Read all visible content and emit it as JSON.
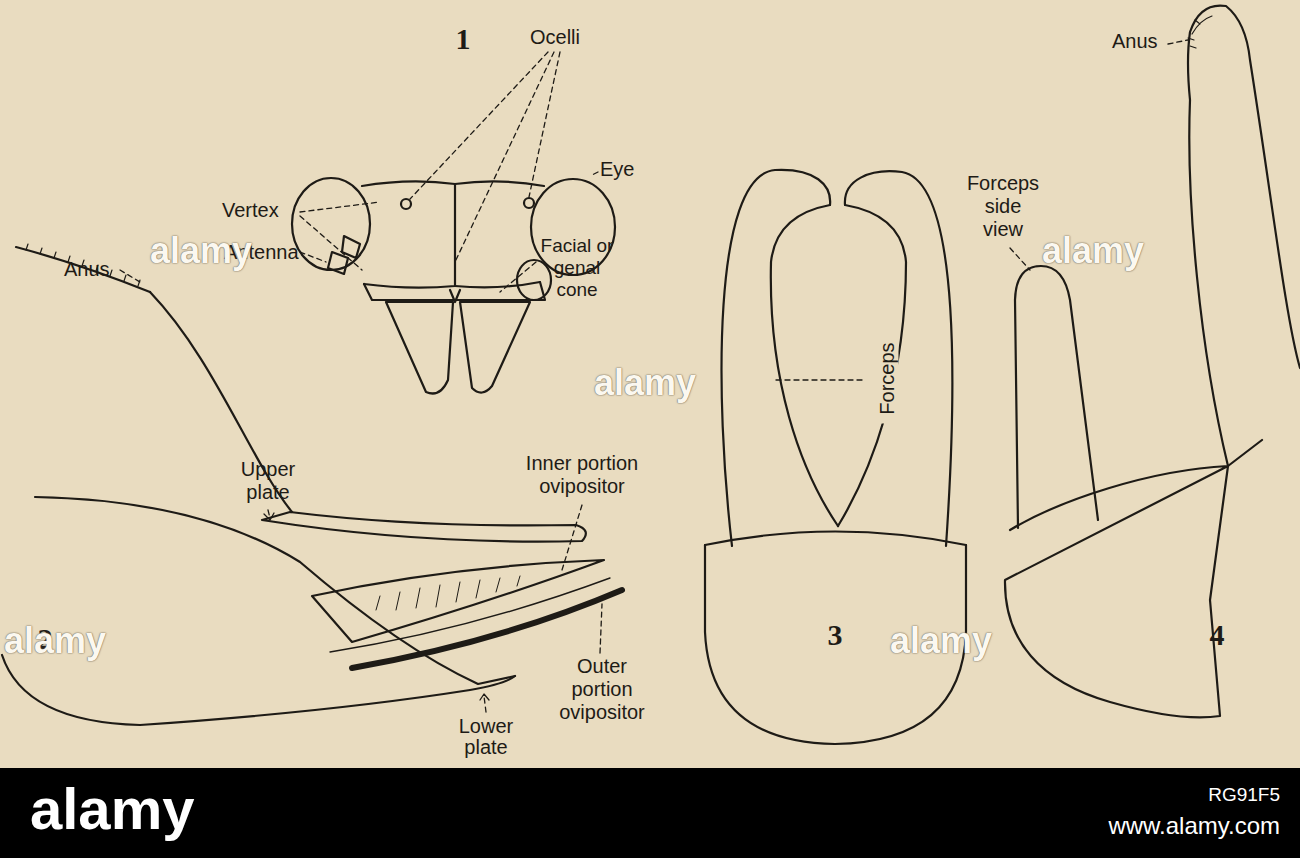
{
  "diagram": {
    "labels": [
      "1",
      "Ocelli",
      "Eye",
      "Vertex",
      "Antenna",
      "Facial or genal cone",
      "Anus",
      "2",
      "Upper plate",
      "Inner portion ovipositor",
      "Outer portion ovipositor",
      "Lower plate",
      "3",
      "Forceps",
      "4",
      "Anus",
      "Forceps side view",
      "alamy",
      "alamy",
      "alamy",
      "alamy",
      "alamy",
      "alamy",
      "RG91F5",
      "www.alamy.com"
    ]
  }
}
